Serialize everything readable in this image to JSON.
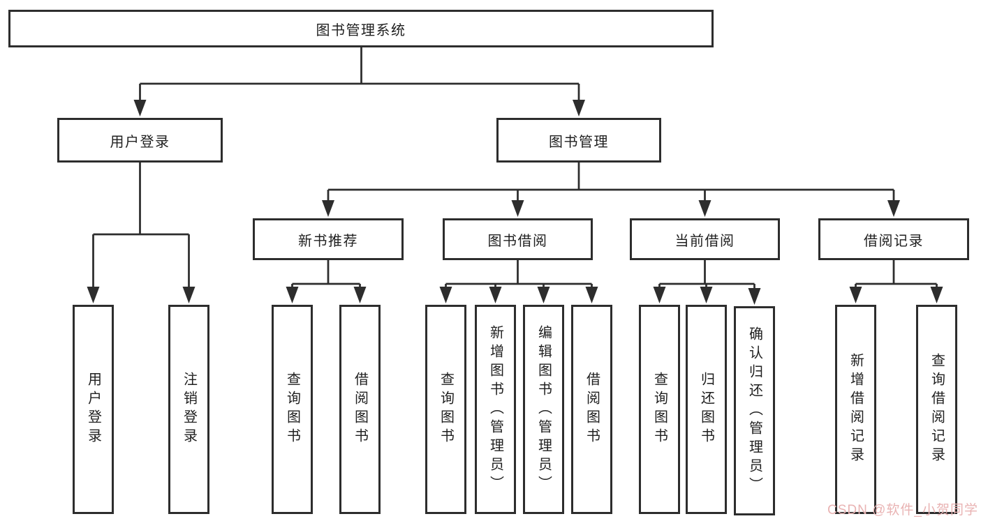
{
  "diagram": {
    "title": "图书管理系统",
    "type": "hierarchy-tree"
  },
  "nodes": {
    "root": {
      "label": "图书管理系统"
    },
    "user_login": {
      "label": "用户登录"
    },
    "book_mgmt": {
      "label": "图书管理"
    },
    "new_books": {
      "label": "新书推荐"
    },
    "book_borrow": {
      "label": "图书借阅"
    },
    "current_borrow": {
      "label": "当前借阅"
    },
    "borrow_records": {
      "label": "借阅记录"
    },
    "user_login_leaf": {
      "label": "用户登录"
    },
    "logout_leaf": {
      "label": "注销登录"
    },
    "nb_query_books": {
      "label": "查询图书"
    },
    "nb_borrow_books": {
      "label": "借阅图书"
    },
    "bb_query_books": {
      "label": "查询图书"
    },
    "bb_add_books": {
      "label": "新增图书（管理员）"
    },
    "bb_edit_books": {
      "label": "编辑图书（管理员）"
    },
    "bb_borrow_books": {
      "label": "借阅图书"
    },
    "cb_query_books": {
      "label": "查询图书"
    },
    "cb_return_books": {
      "label": "归还图书"
    },
    "cb_confirm_return": {
      "label": "确认归还（管理员）"
    },
    "br_add_record": {
      "label": "新增借阅记录"
    },
    "br_query_record": {
      "label": "查询借阅记录"
    }
  },
  "watermark": {
    "text": "CSDN @软件_小贺同学",
    "color": "#e9b3b3"
  },
  "colors": {
    "line": "#2d2d2d",
    "box_border": "#2d2d2d",
    "text": "#1f1f1f",
    "background": "#ffffff"
  }
}
